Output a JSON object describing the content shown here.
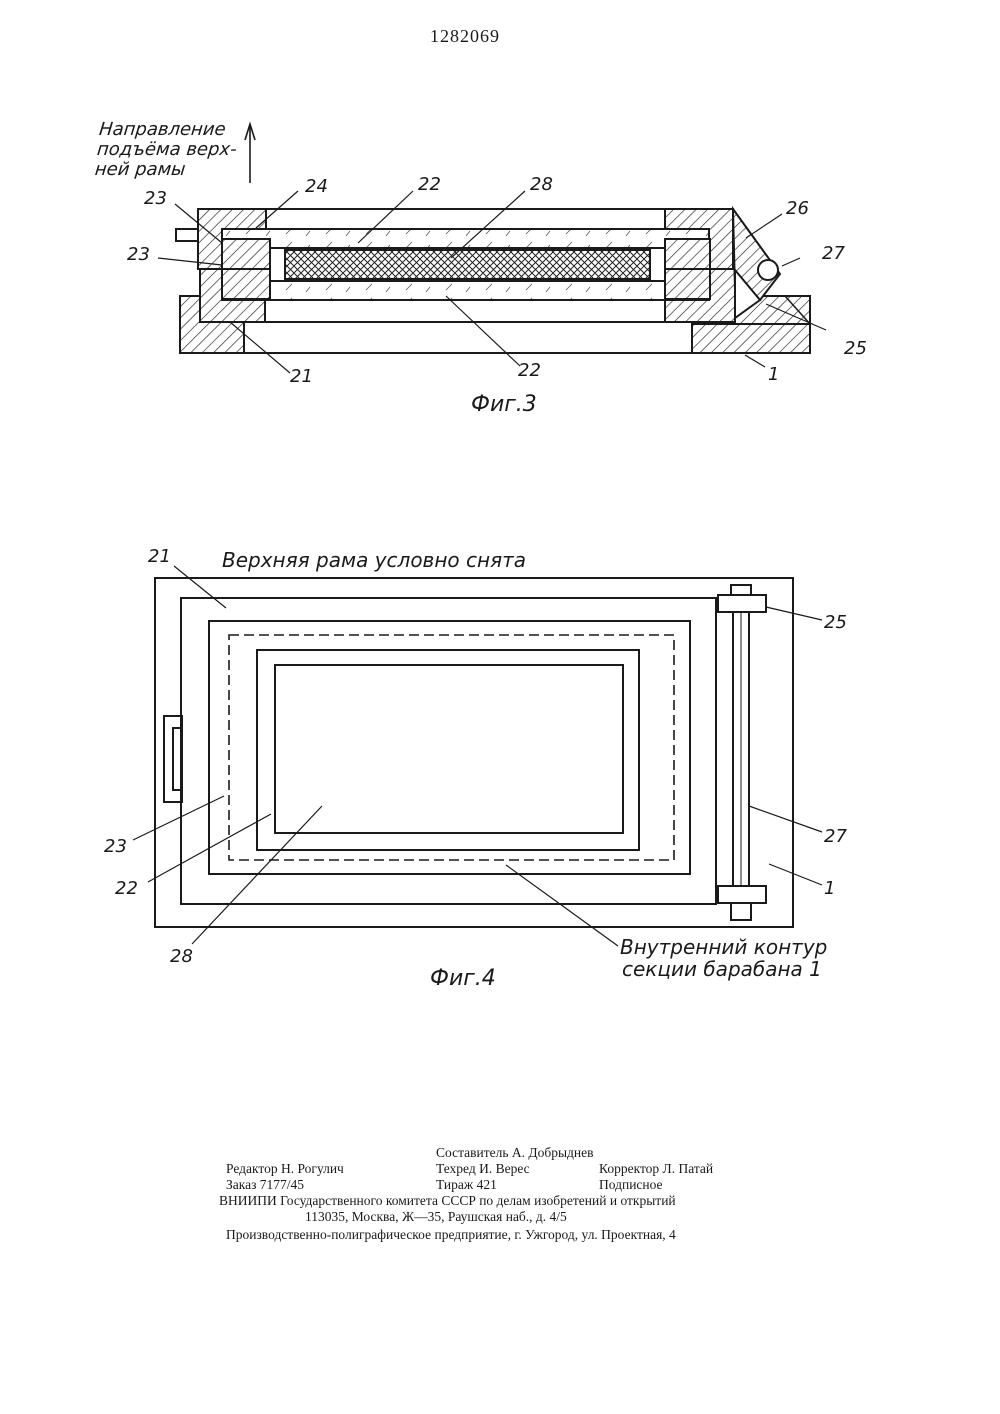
{
  "patent_number": "1282069",
  "fig3": {
    "direction_label": [
      "Направление",
      "подъёма верх-",
      "ней рамы"
    ],
    "refs": {
      "r23a": "23",
      "r24": "24",
      "r22a": "22",
      "r28": "28",
      "r26": "26",
      "r23b": "23",
      "r27": "27",
      "r25": "25",
      "r21": "21",
      "r22b": "22",
      "r1": "1"
    },
    "caption": "Фиг.3"
  },
  "fig4": {
    "note": "Верхняя рама условно снята",
    "refs": {
      "r21": "21",
      "r25": "25",
      "r27": "27",
      "r1": "1",
      "r23": "23",
      "r22": "22",
      "r28": "28"
    },
    "contour_label": [
      "Внутренний контур",
      "секции барабана 1"
    ],
    "caption": "Фиг.4"
  },
  "footer": {
    "composer": "Составитель А. Добрыднев",
    "editor": "Редактор Н. Рогулич",
    "techred": "Техред И. Верес",
    "corrector": "Корректор Л. Патай",
    "order": "Заказ 7177/45",
    "circulation": "Тираж 421",
    "subscription": "Подписное",
    "org": "ВНИИПИ Государственного комитета СССР по делам изобретений и открытий",
    "address": "113035, Москва, Ж—35, Раушская наб., д. 4/5",
    "plant": "Производственно-полиграфическое предприятие, г. Ужгород, ул. Проектная, 4"
  }
}
